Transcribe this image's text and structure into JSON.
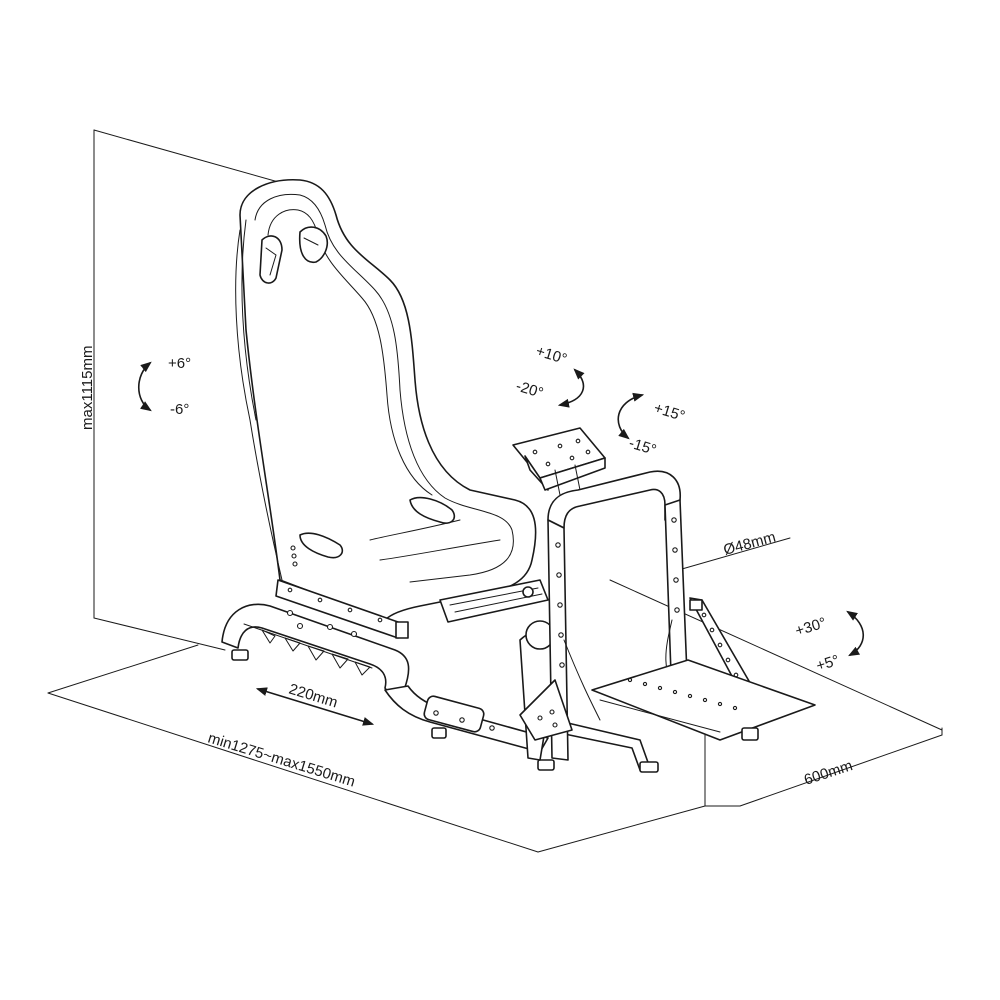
{
  "labels": {
    "height": "max1115mm",
    "length": "min1275~max1550mm",
    "slide": "220mm",
    "width": "600mm",
    "tube": "Ø48mm",
    "seat_tilt_plus": "+6°",
    "seat_tilt_minus": "-6°",
    "wheel_tilt_plus": "+10°",
    "wheel_tilt_minus": "-20°",
    "wheel_rot_plus": "+15°",
    "wheel_rot_minus": "-15°",
    "pedal_plus": "+30°",
    "pedal_minus": "+5°"
  },
  "colors": {
    "line": "#1a1a1a",
    "background": "#ffffff"
  }
}
